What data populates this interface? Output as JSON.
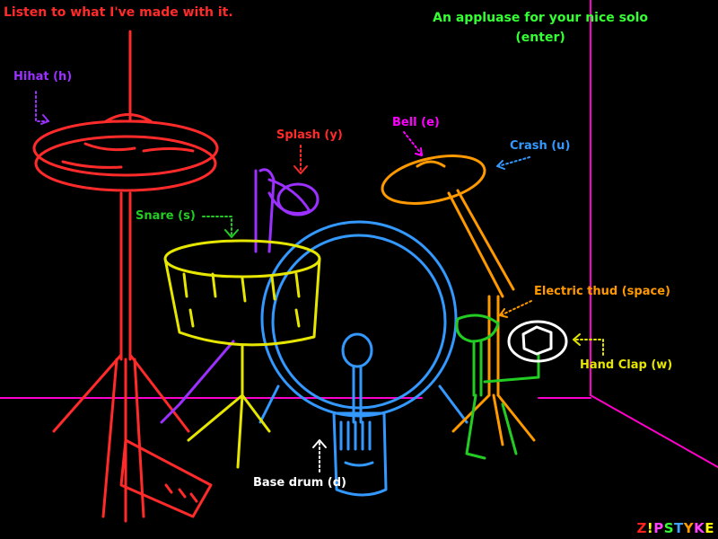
{
  "header": {
    "left_text": "Listen to what I've made with it.",
    "right_line1": "An appluase for your nice solo",
    "right_line2": "(enter)"
  },
  "labels": {
    "hihat": "Hihat (h)",
    "splash": "Splash (y)",
    "bell": "Bell (e)",
    "crash": "Crash (u)",
    "snare": "Snare (s)",
    "electric": "Electric thud (space)",
    "handclap": "Hand Clap (w)",
    "bassdrum": "Base drum (d)"
  },
  "logo": {
    "letters": [
      "Z",
      "!",
      "P",
      "S",
      "T",
      "Y",
      "K",
      "E"
    ],
    "colors": [
      "#ff2020",
      "#ffff00",
      "#ff40ff",
      "#33ff33",
      "#40a0ff",
      "#ff9900",
      "#ff40ff",
      "#ffff00"
    ]
  },
  "colors": {
    "hihat": "#ff2a2a",
    "splash": "#9b30ff",
    "bell": "#ff00ff",
    "crash": "#3399ff",
    "snare": "#e6e600",
    "electric": "#ff9900",
    "handclap": "#ffffff",
    "bassdrum": "#3399ff",
    "room": "#ff00cc",
    "header_left": "#ff2a2a",
    "header_right": "#33ff33"
  }
}
